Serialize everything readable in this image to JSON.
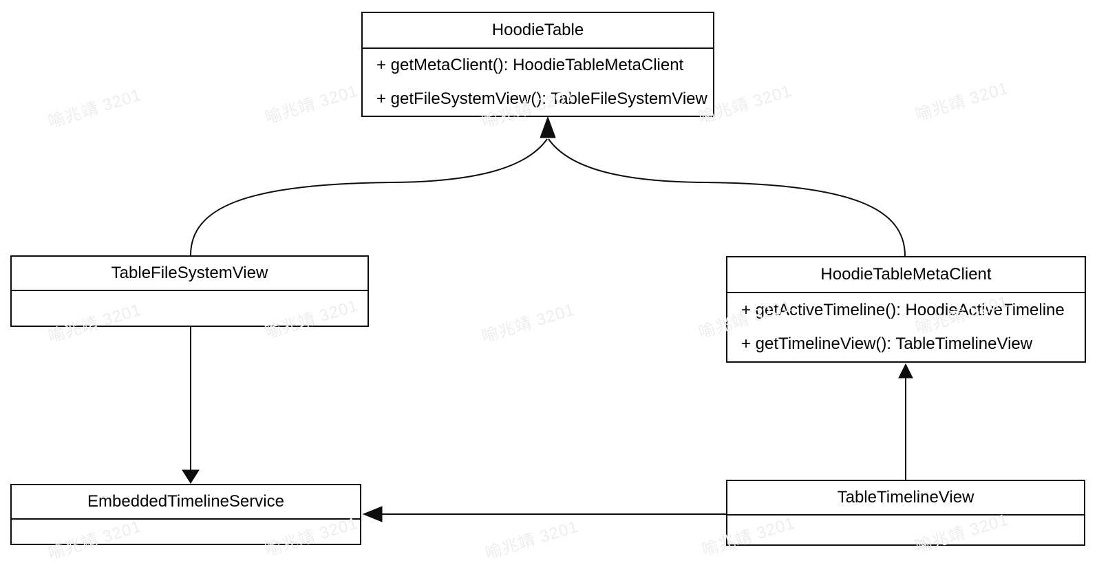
{
  "diagram": {
    "type": "uml-class-diagram",
    "background_color": "#ffffff",
    "line_color": "#0d0d0d",
    "classes": {
      "hoodie_table": {
        "name": "HoodieTable",
        "methods": [
          "+ getMetaClient(): HoodieTableMetaClient",
          "+ getFileSystemView(): TableFileSystemView"
        ]
      },
      "table_file_system_view": {
        "name": "TableFileSystemView",
        "methods": []
      },
      "hoodie_table_meta_client": {
        "name": "HoodieTableMetaClient",
        "methods": [
          "+ getActiveTimeline(): HoodieActiveTimeline",
          "+ getTimelineView(): TableTimelineView"
        ]
      },
      "embedded_timeline_service": {
        "name": "EmbeddedTimelineService",
        "methods": []
      },
      "table_timeline_view": {
        "name": "TableTimelineView",
        "methods": []
      }
    },
    "relations": [
      {
        "from": "TableFileSystemView",
        "to": "HoodieTable",
        "style": "curved",
        "arrowhead": "filled-triangle"
      },
      {
        "from": "HoodieTableMetaClient",
        "to": "HoodieTable",
        "style": "curved",
        "arrowhead": "filled-triangle"
      },
      {
        "from": "TableFileSystemView",
        "to": "EmbeddedTimelineService",
        "style": "straight-vertical",
        "arrowhead": "filled-triangle"
      },
      {
        "from": "TableTimelineView",
        "to": "HoodieTableMetaClient",
        "style": "straight-vertical",
        "arrowhead": "filled-triangle"
      },
      {
        "from": "TableTimelineView",
        "to": "EmbeddedTimelineService",
        "style": "straight-horizontal",
        "arrowhead": "filled-triangle"
      }
    ]
  },
  "watermark": {
    "text": "喻兆靖 3201",
    "color": "#ededed"
  }
}
